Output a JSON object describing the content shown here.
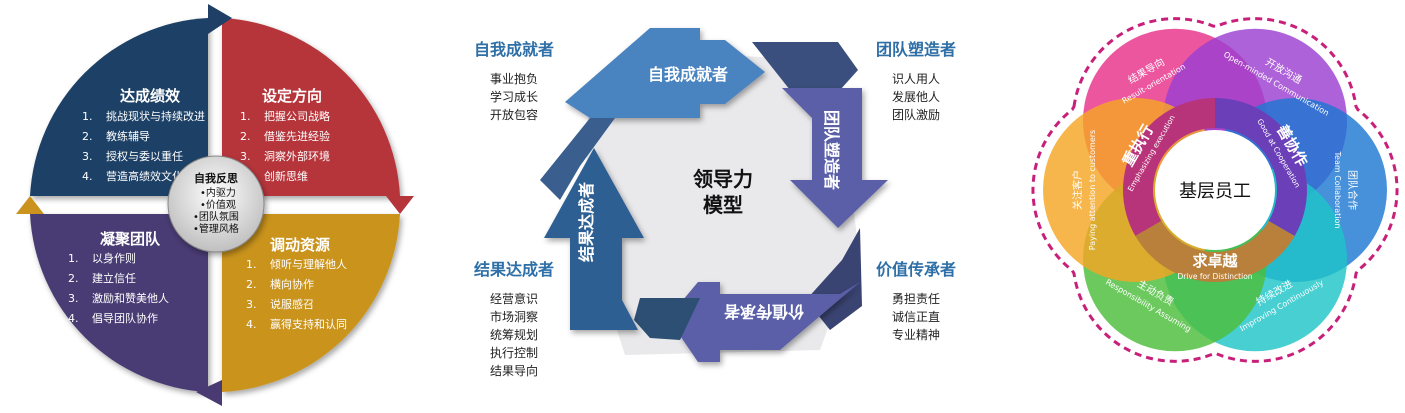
{
  "left_diagram": {
    "center": {
      "title": "自我反思",
      "items": [
        "•内驱力",
        "•价值观",
        "•团队氛围",
        "•管理风格"
      ]
    },
    "quadrants": [
      {
        "title": "达成绩效",
        "items": [
          "挑战现状与持续改进",
          "教练辅导",
          "授权与委以重任",
          "营造高绩效文化"
        ],
        "color": "#1f3f66"
      },
      {
        "title": "设定方向",
        "items": [
          "把握公司战略",
          "借鉴先进经验",
          "洞察外部环境",
          "创新思维"
        ],
        "color": "#b5353a"
      },
      {
        "title": "凝聚团队",
        "items": [
          "以身作则",
          "建立信任",
          "激励和赞美他人",
          "倡导团队协作"
        ],
        "color": "#4a3a73"
      },
      {
        "title": "调动资源",
        "items": [
          "倾听与理解他人",
          "横向协作",
          "说服感召",
          "赢得支持和认同"
        ],
        "color": "#c9931e"
      }
    ],
    "numbers": [
      "1.",
      "2.",
      "3.",
      "4."
    ]
  },
  "middle_diagram": {
    "center": {
      "line1": "领导力",
      "line2": "模型"
    },
    "arrows": [
      "自我成就者",
      "团队塑造者",
      "价值传承者",
      "结果达成者"
    ],
    "roles": [
      {
        "title": "自我成就者",
        "items": [
          "事业抱负",
          "学习成长",
          "开放包容"
        ]
      },
      {
        "title": "团队塑造者",
        "items": [
          "识人用人",
          "发展他人",
          "团队激励"
        ]
      },
      {
        "title": "结果达成者",
        "items": [
          "经营意识",
          "市场洞察",
          "统筹规划",
          "执行控制",
          "结果导向"
        ]
      },
      {
        "title": "价值传承者",
        "items": [
          "勇担责任",
          "诚信正直",
          "专业精神"
        ]
      }
    ],
    "colors": {
      "title": "#2e6fa7",
      "arrow_dark": "#2f5f93",
      "arrow_mid": "#4a83c0",
      "arrow_purple": "#5a5fa8"
    }
  },
  "right_diagram": {
    "center": "基层员工",
    "petals": [
      {
        "cn": "结果导向",
        "en": "Result-orientation",
        "color": "#e8318a"
      },
      {
        "cn": "开放沟通",
        "en": "Open-minded Communication",
        "color": "#9b3fd1"
      },
      {
        "cn": "团队合作",
        "en": "Team Collaboration",
        "color": "#1e78d2"
      },
      {
        "cn": "持续改进",
        "en": "Improving Continuously",
        "color": "#1fc5c8"
      },
      {
        "cn": "主动负责",
        "en": "Responsibility Assuming",
        "color": "#4cbd3a"
      },
      {
        "cn": "关注客户",
        "en": "Paying attention to customers",
        "color": "#f5a623"
      }
    ],
    "ring": [
      {
        "cn": "重执行",
        "en": "Emphasizing execution",
        "color": "#b8347a"
      },
      {
        "cn": "善协作",
        "en": "Good at Cooperation",
        "color": "#6a3fb8"
      },
      {
        "cn": "求卓越",
        "en": "Drive for Distinction",
        "color": "#b8803a"
      }
    ]
  }
}
